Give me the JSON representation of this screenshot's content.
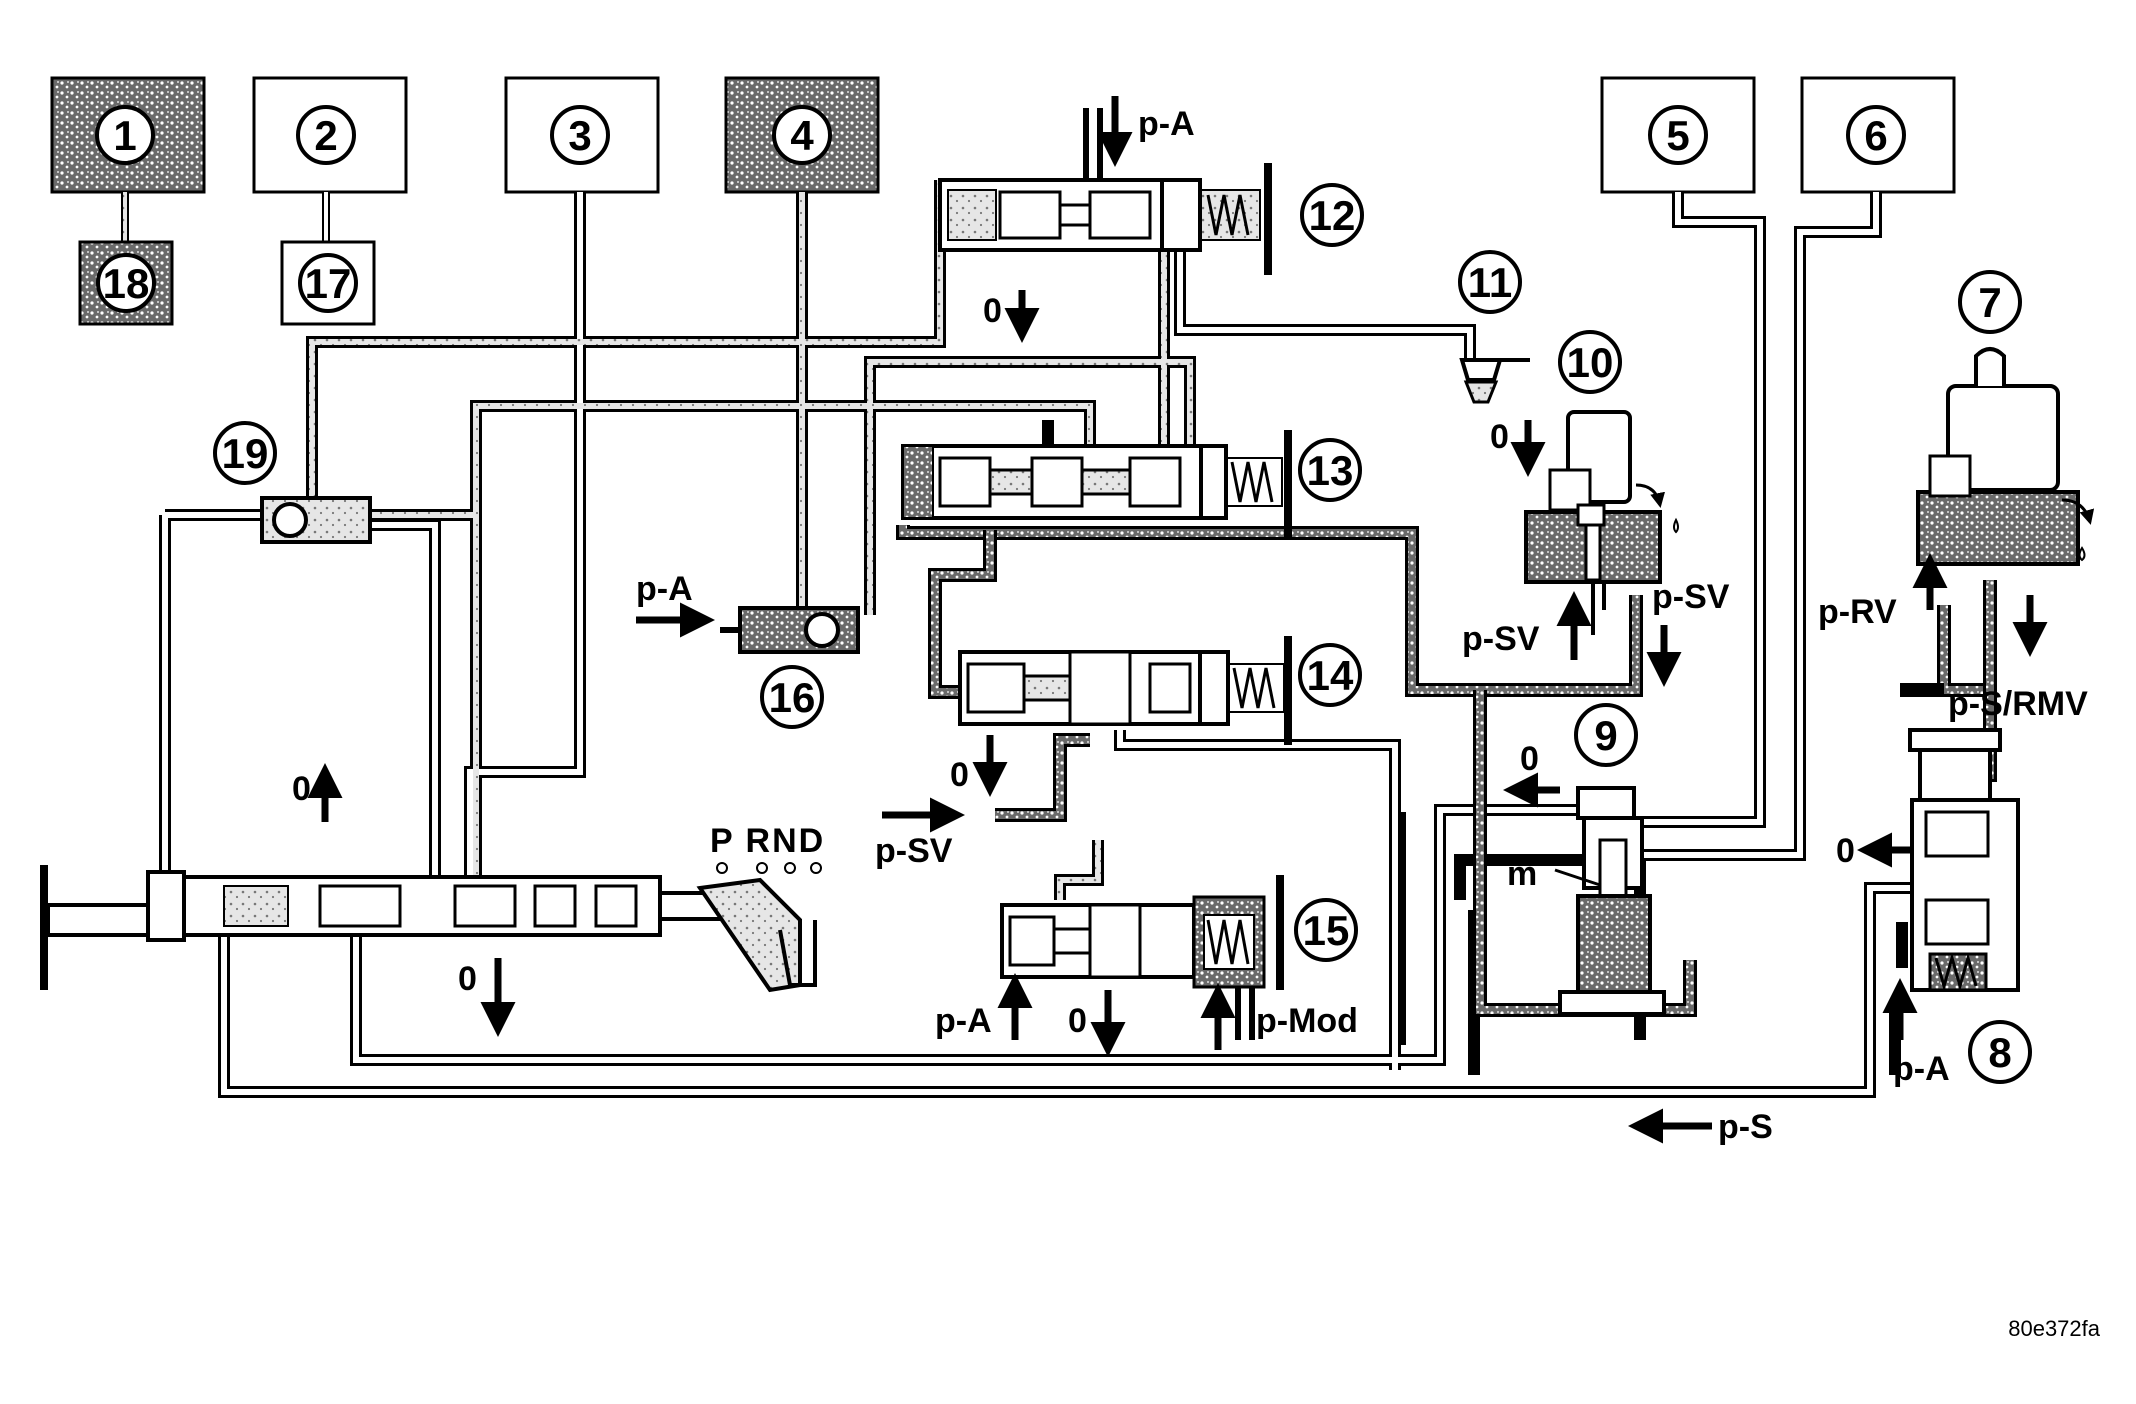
{
  "diagram": {
    "components": [
      {
        "id": "1",
        "label": "1",
        "shaded": true
      },
      {
        "id": "2",
        "label": "2",
        "shaded": false
      },
      {
        "id": "3",
        "label": "3",
        "shaded": false
      },
      {
        "id": "4",
        "label": "4",
        "shaded": true
      },
      {
        "id": "5",
        "label": "5",
        "shaded": false
      },
      {
        "id": "6",
        "label": "6",
        "shaded": false
      },
      {
        "id": "17",
        "label": "17",
        "shaded": false
      },
      {
        "id": "18",
        "label": "18",
        "shaded": true
      }
    ],
    "callouts": [
      "7",
      "8",
      "9",
      "10",
      "11",
      "12",
      "13",
      "14",
      "15",
      "16",
      "19"
    ],
    "pressure_labels": {
      "pA_top": "p-A",
      "pA_16": "p-A",
      "pA_15": "p-A",
      "pA_8": "p-A",
      "pSV_left": "p-SV",
      "pSV_10a": "p-SV",
      "pSV_10b": "p-SV",
      "pRV": "p-RV",
      "pSRMV": "p-S/RMV",
      "pMod": "p-Mod",
      "pS": "p-S",
      "m": "m"
    },
    "exhaust_labels": {
      "z12": "0",
      "zSel": "0",
      "zSel2": "0",
      "z14": "0",
      "z15": "0",
      "z11": "0",
      "z9": "0",
      "z8": "0"
    },
    "selector_positions": "P RND",
    "image_code": "80e372fa"
  },
  "colors": {
    "line": "#000000",
    "fill_shaded": "#9a9a9a",
    "background": "#ffffff"
  }
}
